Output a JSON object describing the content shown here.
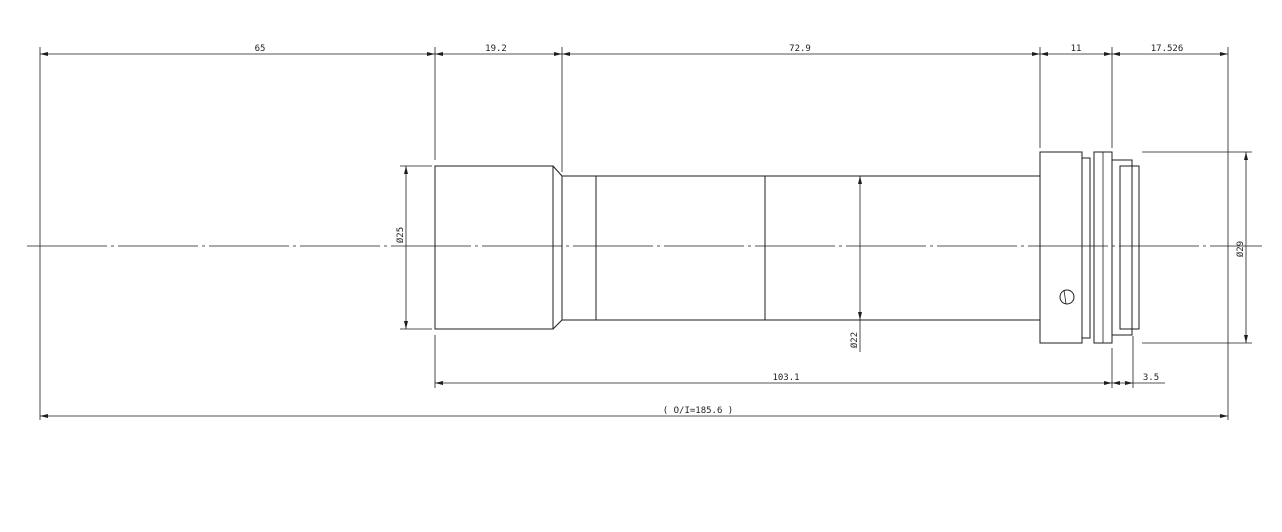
{
  "dimensions": {
    "d65": "65",
    "d19_2": "19.2",
    "d72_9": "72.9",
    "d11": "11",
    "d17_526": "17.526",
    "dia25": "Ø25",
    "dia22": "Ø22",
    "dia29": "Ø29",
    "d103_1": "103.1",
    "d3_5": "3.5",
    "total": "( O/I=185.6 )"
  }
}
